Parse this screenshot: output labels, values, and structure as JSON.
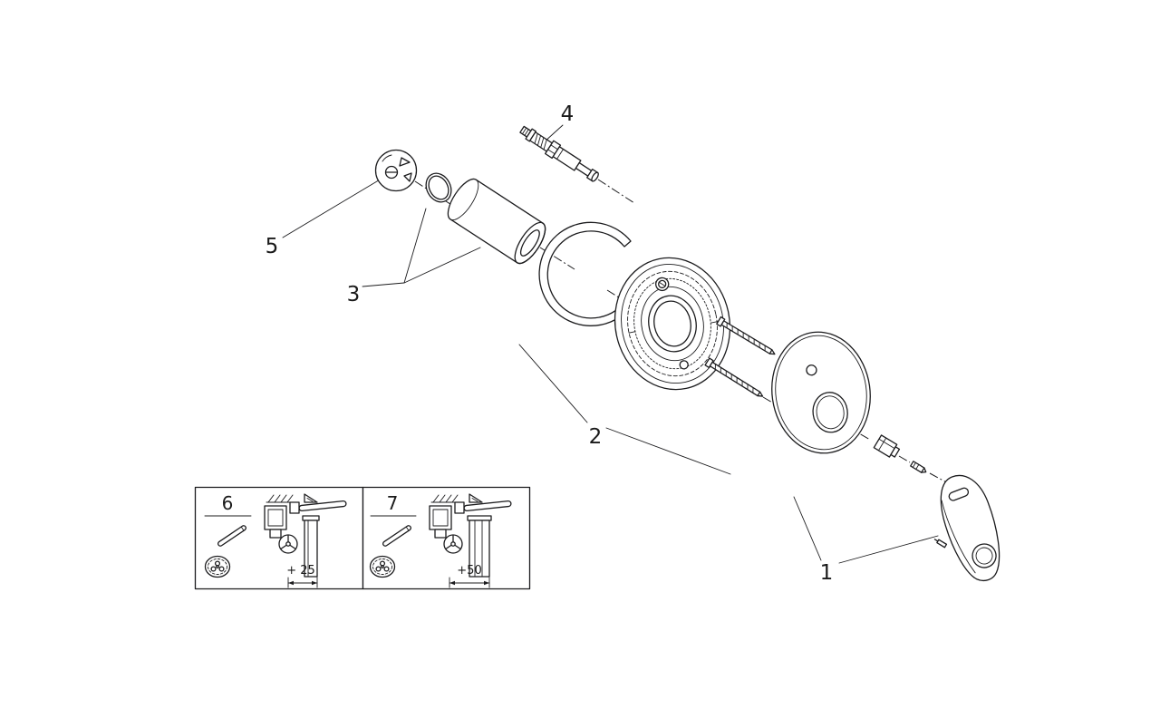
{
  "diagram": {
    "type": "exploded-parts-diagram",
    "subject": "concealed single-lever mixer trim set with escutcheon, mounting plate, cartridge and lever handle",
    "callouts": {
      "part1": "1",
      "part2": "2",
      "part3": "3",
      "part4": "4",
      "part5": "5"
    },
    "inset": {
      "left_panel": {
        "number": "6",
        "dimension_label": "+ 25"
      },
      "right_panel": {
        "number": "7",
        "dimension_label": "+50"
      }
    },
    "colors": {
      "line": "#1c1c1e",
      "background": "#ffffff"
    }
  }
}
